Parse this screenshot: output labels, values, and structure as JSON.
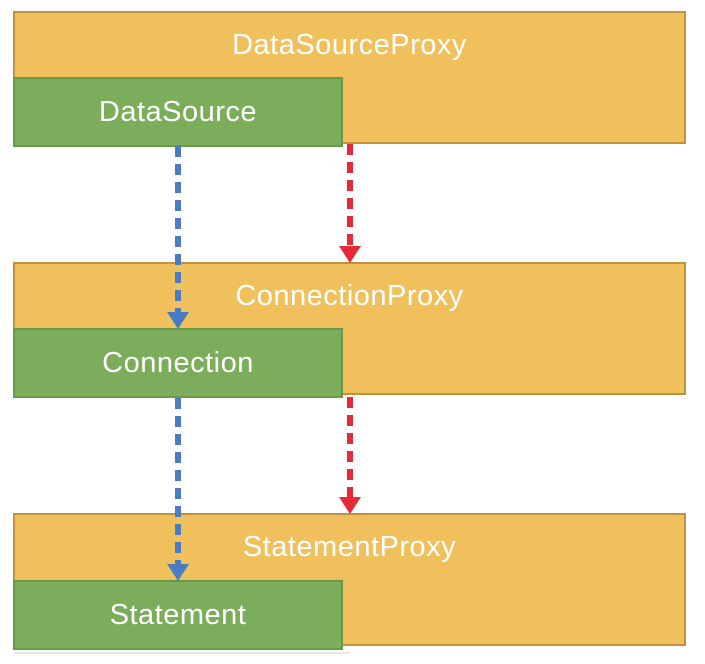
{
  "diagram": {
    "title": "proxy-layer-diagram",
    "colors": {
      "canvas_bg": "#ffffff",
      "proxy_fill": "#f0c05c",
      "proxy_border": "#c1913e",
      "inner_fill": "#7cad5b",
      "inner_border": "#679a49",
      "delegate_arrow": "#4a7cc2",
      "invoke_arrow": "#e42937",
      "label_text": "#ffffff"
    },
    "layers": [
      {
        "proxy_label": "DataSourceProxy",
        "inner_label": "DataSource"
      },
      {
        "proxy_label": "ConnectionProxy",
        "inner_label": "Connection"
      },
      {
        "proxy_label": "StatementProxy",
        "inner_label": "Statement"
      }
    ]
  }
}
